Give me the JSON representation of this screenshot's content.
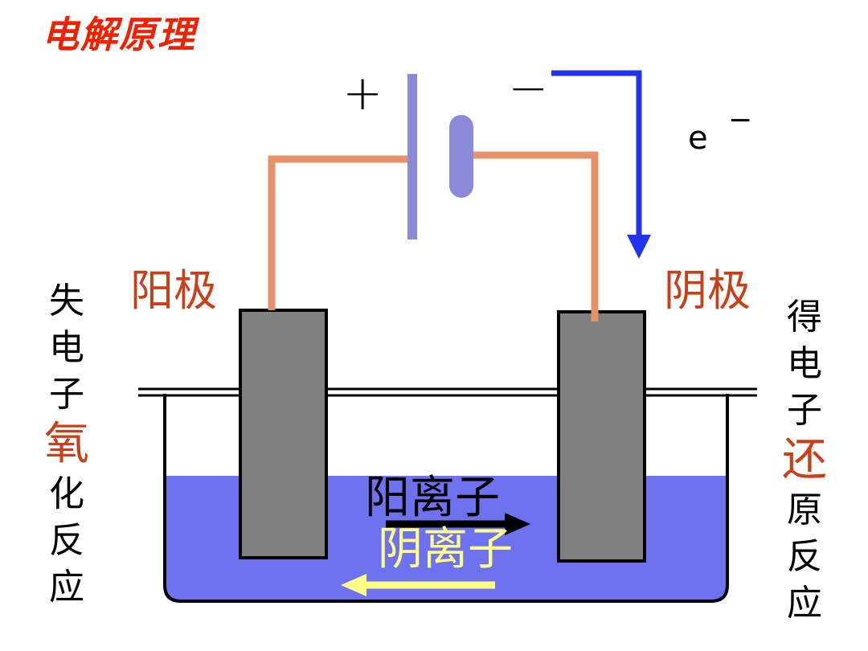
{
  "title": "电解原理",
  "battery": {
    "positive_symbol": "+",
    "negative_symbol": "−"
  },
  "electron": {
    "symbol": "e",
    "charge": "−"
  },
  "anode": {
    "label": "阳极"
  },
  "cathode": {
    "label": "阴极"
  },
  "left_reaction": {
    "lines": [
      "失",
      "电",
      "子",
      "氧",
      "化",
      "反",
      "应"
    ],
    "highlight": "氧"
  },
  "right_reaction": {
    "lines": [
      "得",
      "电",
      "子",
      "还",
      "原",
      "反",
      "应"
    ],
    "highlight": "还"
  },
  "ions": {
    "cation": "阳离子",
    "anion": "阴离子"
  },
  "colors": {
    "title": "#ee2200",
    "label_accent": "#c8401a",
    "wire": "#e8926a",
    "electron_flow": "#2233ee",
    "electrolyte": "#6f72ee",
    "electrode": "#808080",
    "battery_plate": "#8a8ad8",
    "anion": "#ffff88",
    "cation_arrow": "#000000"
  }
}
